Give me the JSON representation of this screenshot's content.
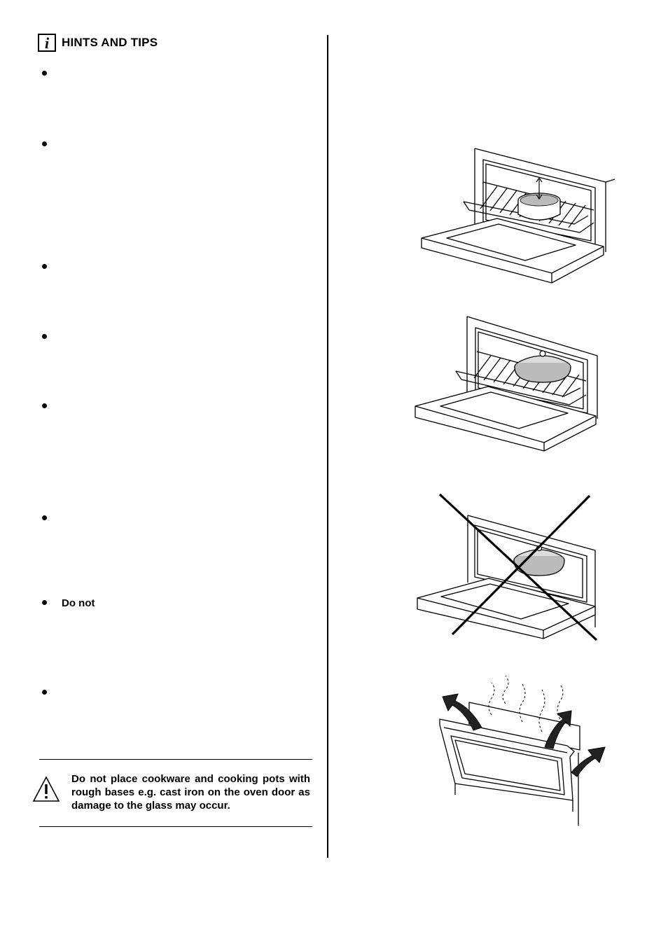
{
  "section": {
    "heading": "HINTS AND TIPS",
    "icon": "info-icon"
  },
  "bullets": [
    {
      "text": ""
    },
    {
      "text": ""
    },
    {
      "text": ""
    },
    {
      "text": ""
    },
    {
      "text": ""
    },
    {
      "text": ""
    },
    {
      "text": "Do  not"
    },
    {
      "text": ""
    }
  ],
  "warning": {
    "icon": "warning-triangle-icon",
    "text": "Do not place cookware and cooking pots with rough bases e.g. cast iron on the oven door as damage to the glass may occur."
  },
  "figures": [
    {
      "icon": "oven-shelf-pan-clearance-illustration"
    },
    {
      "icon": "oven-shelf-casserole-illustration"
    },
    {
      "icon": "casserole-on-door-crossed-out-illustration"
    },
    {
      "icon": "oven-door-heat-vent-illustration"
    }
  ]
}
